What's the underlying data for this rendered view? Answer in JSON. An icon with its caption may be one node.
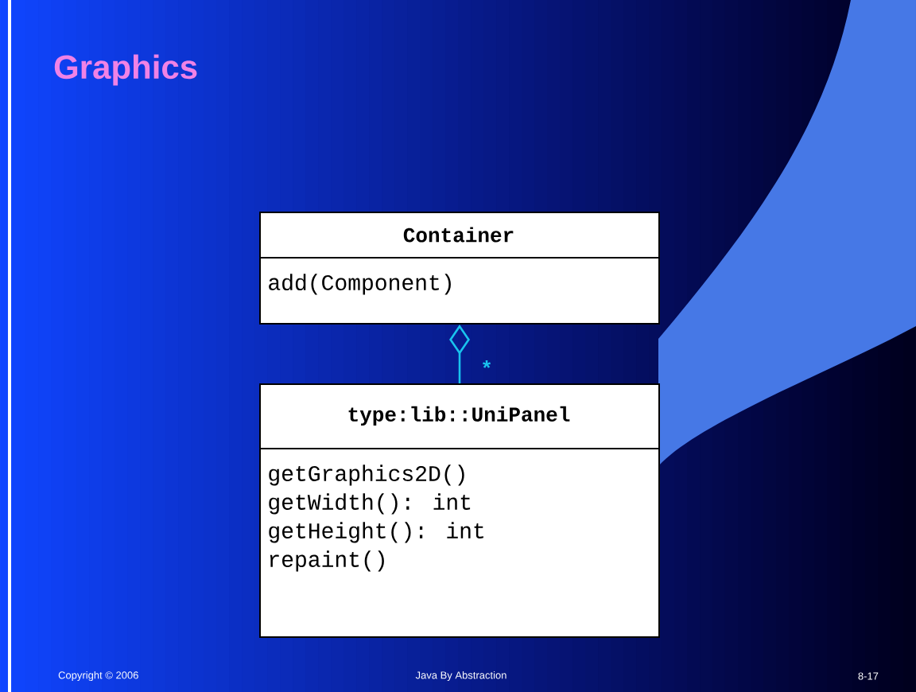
{
  "diagram": {
    "title": "Graphics",
    "nodes": [
      {
        "text": [
          "Container",
          "add(Component)"
        ]
      },
      {
        "text": [
          "type:lib::UniPanel",
          "getGraphics2D()",
          "getWidth(): int",
          "getHeight(): int",
          "repaint()"
        ]
      }
    ],
    "edges": [
      {
        "from": 1,
        "to": 0,
        "arrow": "other",
        "label": "*",
        "color": "#19c3ee"
      }
    ],
    "labels": [
      "Copyright © 2006",
      "Java By Abstraction",
      "8-17"
    ]
  }
}
